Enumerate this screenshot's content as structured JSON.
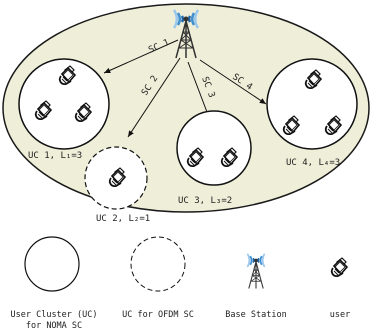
{
  "links": [
    {
      "id": "sc1",
      "label": "SC 1"
    },
    {
      "id": "sc2",
      "label": "SC 2"
    },
    {
      "id": "sc3",
      "label": "SC 3"
    },
    {
      "id": "sc4",
      "label": "SC 4"
    }
  ],
  "clusters": [
    {
      "id": "uc1",
      "label": "UC 1, L₁=3",
      "type": "noma"
    },
    {
      "id": "uc2",
      "label": "UC 2, L₂=1",
      "type": "ofdm"
    },
    {
      "id": "uc3",
      "label": "UC 3, L₃=2",
      "type": "noma"
    },
    {
      "id": "uc4",
      "label": "UC 4, L₄=3",
      "type": "noma"
    }
  ],
  "legend": [
    {
      "id": "noma",
      "line1": "User Cluster (UC)",
      "line2": "for NOMA SC"
    },
    {
      "id": "ofdm",
      "line1": "UC for OFDM SC",
      "line2": ""
    },
    {
      "id": "bs",
      "line1": "Base Station",
      "line2": ""
    },
    {
      "id": "user",
      "line1": "user",
      "line2": ""
    }
  ],
  "colors": {
    "cell_fill": "#efefd9",
    "outline": "#1a1a1a",
    "wave": "#3f8fcf"
  }
}
